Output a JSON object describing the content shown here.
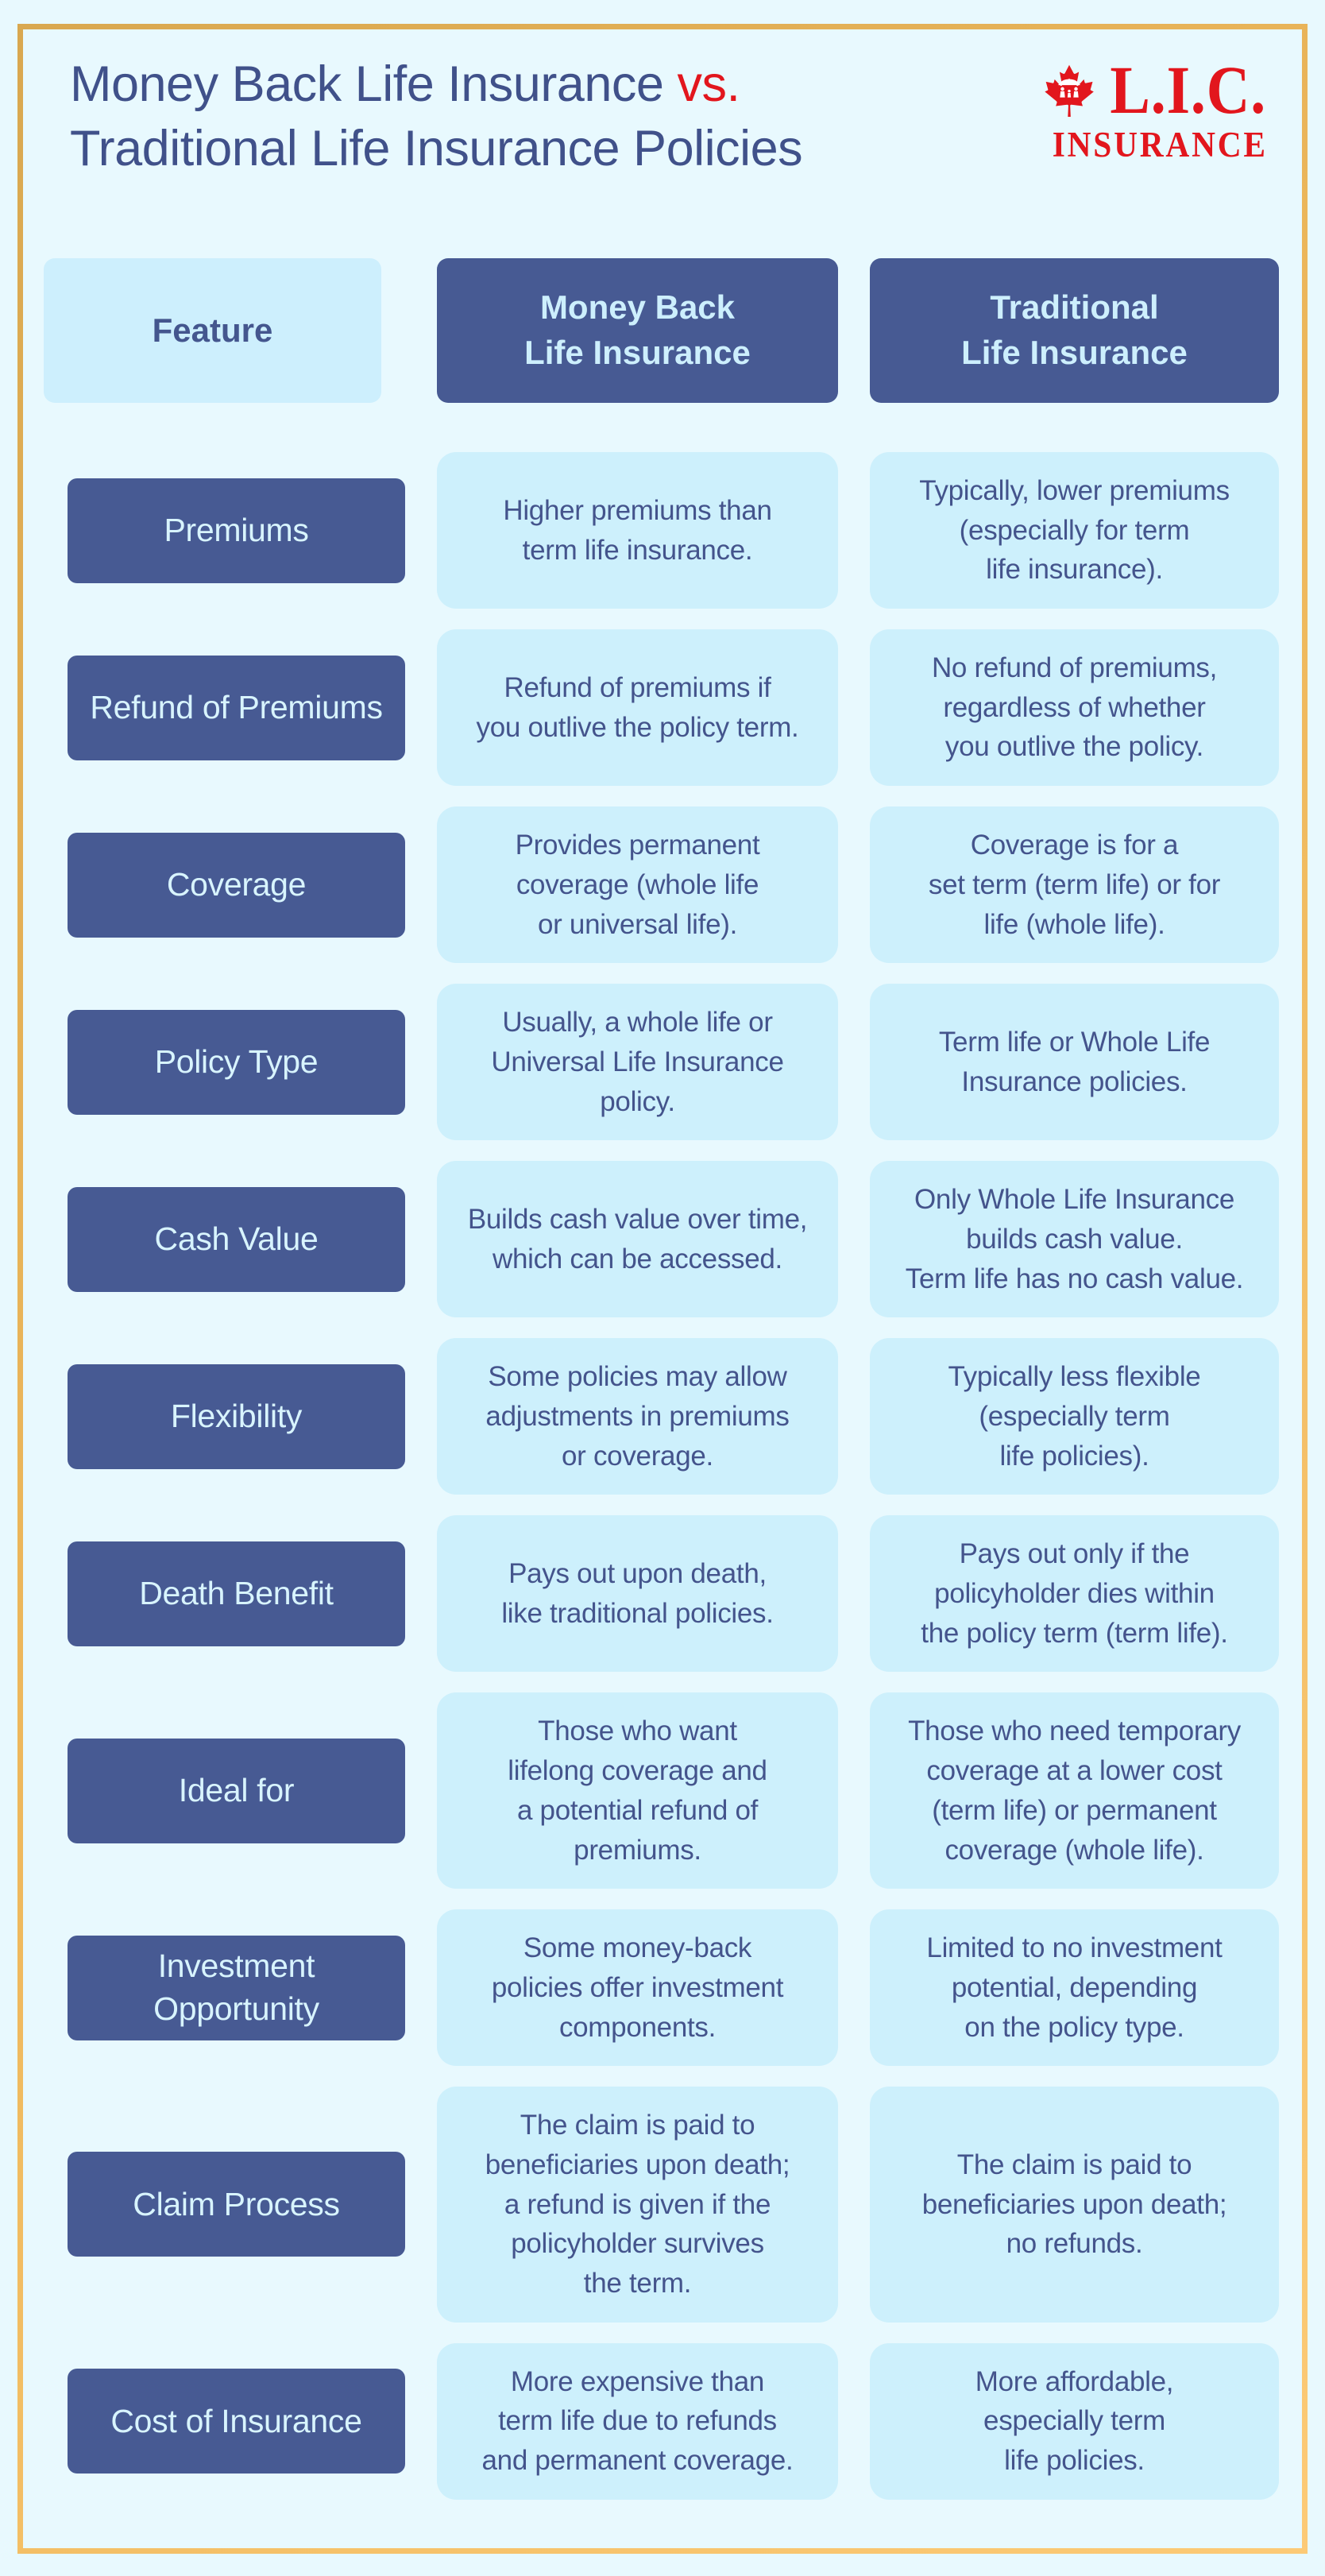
{
  "title": {
    "line1_main": "Money Back Life Insurance",
    "vs": "vs.",
    "line2": "Traditional Life Insurance Policies"
  },
  "logo": {
    "acronym": "L.I.C.",
    "word": "INSURANCE",
    "icon": "maple-leaf-with-family"
  },
  "table": {
    "header": {
      "feature": "Feature",
      "money_back": "Money Back\nLife Insurance",
      "traditional": "Traditional\nLife Insurance"
    },
    "rows": [
      {
        "feature": "Premiums",
        "money_back": "Higher premiums than\nterm life insurance.",
        "traditional": "Typically, lower premiums\n(especially for term\nlife insurance)."
      },
      {
        "feature": "Refund of Premiums",
        "money_back": "Refund of premiums if\nyou outlive the policy term.",
        "traditional": "No refund of premiums,\nregardless of whether\nyou outlive the policy."
      },
      {
        "feature": "Coverage",
        "money_back": "Provides permanent\ncoverage (whole life\nor universal life).",
        "traditional": "Coverage is for a\nset term (term life) or for\nlife (whole life)."
      },
      {
        "feature": "Policy Type",
        "money_back": "Usually, a whole life or\nUniversal Life Insurance\npolicy.",
        "traditional": "Term life or Whole Life\nInsurance policies."
      },
      {
        "feature": "Cash Value",
        "money_back": "Builds cash value over time,\nwhich can be accessed.",
        "traditional": "Only Whole Life Insurance\nbuilds cash value.\nTerm life has no cash value."
      },
      {
        "feature": "Flexibility",
        "money_back": "Some policies may allow\nadjustments in premiums\nor coverage.",
        "traditional": "Typically less flexible\n(especially term\nlife policies)."
      },
      {
        "feature": "Death Benefit",
        "money_back": "Pays out upon death,\nlike traditional policies.",
        "traditional": "Pays out only if the\npolicyholder dies within\nthe policy term (term life)."
      },
      {
        "feature": "Ideal for",
        "money_back": "Those who want\nlifelong coverage and\na potential refund of\npremiums.",
        "traditional": "Those who need temporary\ncoverage at a lower cost\n(term life) or permanent\ncoverage (whole life)."
      },
      {
        "feature": "Investment\nOpportunity",
        "money_back": "Some money-back\npolicies offer investment\ncomponents.",
        "traditional": "Limited to no investment\npotential, depending\non the policy type."
      },
      {
        "feature": "Claim Process",
        "money_back": "The claim is paid to\nbeneficiaries upon death;\na refund is given if the\npolicyholder survives\nthe term.",
        "traditional": "The claim is paid to\nbeneficiaries upon death;\nno refunds."
      },
      {
        "feature": "Cost of Insurance",
        "money_back": "More expensive than\nterm life due to refunds\nand permanent coverage.",
        "traditional": "More affordable,\nespecially term\nlife policies."
      }
    ]
  },
  "colors": {
    "background": "#e8f9fe",
    "cell_light_blue": "#cdf0fc",
    "box_dark_blue": "#475a93",
    "text_dark_blue": "#44548c",
    "title_blue": "#40518a",
    "accent_red": "#e2161d",
    "gold_border": "#f3bb60"
  }
}
